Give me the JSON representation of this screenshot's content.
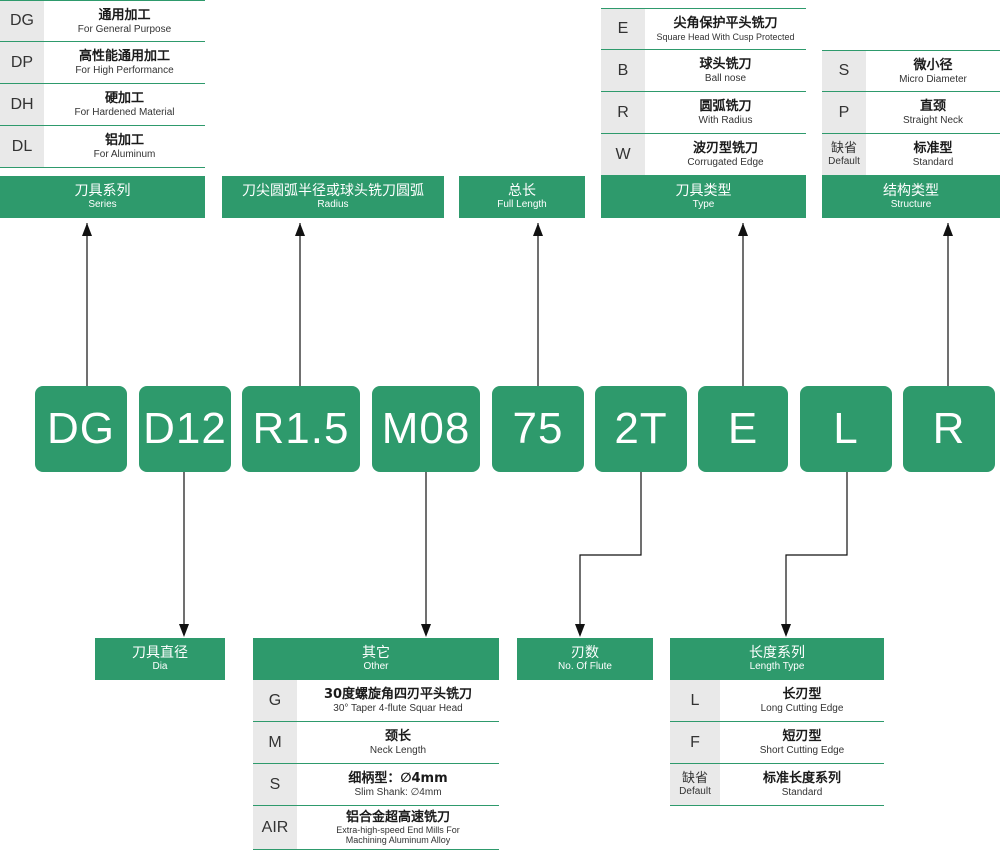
{
  "codes": [
    "DG",
    "D12",
    "R1.5",
    "M08",
    "75",
    "2T",
    "E",
    "L",
    "R"
  ],
  "top": {
    "series": {
      "header_cn": "刀具系列",
      "header_en": "Series",
      "options": [
        {
          "key": "DG",
          "cn": "通用加工",
          "en": "For General Purpose"
        },
        {
          "key": "DP",
          "cn": "高性能通用加工",
          "en": "For High Performance"
        },
        {
          "key": "DH",
          "cn": "硬加工",
          "en": "For Hardened Material"
        },
        {
          "key": "DL",
          "cn": "铝加工",
          "en": "For Aluminum"
        }
      ]
    },
    "radius": {
      "header_cn": "刀尖圆弧半径或球头铣刀圆弧",
      "header_en": "Radius"
    },
    "length": {
      "header_cn": "总长",
      "header_en": "Full Length"
    },
    "type": {
      "header_cn": "刀具类型",
      "header_en": "Type",
      "options": [
        {
          "key": "E",
          "cn": "尖角保护平头铣刀",
          "en": "Square Head With Cusp Protected"
        },
        {
          "key": "B",
          "cn": "球头铣刀",
          "en": "Ball nose"
        },
        {
          "key": "R",
          "cn": "圆弧铣刀",
          "en": "With Radius"
        },
        {
          "key": "W",
          "cn": "波刃型铣刀",
          "en": "Corrugated Edge"
        }
      ]
    },
    "structure": {
      "header_cn": "结构类型",
      "header_en": "Structure",
      "options": [
        {
          "key": "S",
          "cn": "微小径",
          "en": "Micro Diameter"
        },
        {
          "key": "P",
          "cn": "直颈",
          "en": "Straight Neck"
        },
        {
          "key_cn": "缺省",
          "key_en": "Default",
          "cn": "标准型",
          "en": "Standard"
        }
      ]
    }
  },
  "bottom": {
    "dia": {
      "header_cn": "刀具直径",
      "header_en": "Dia"
    },
    "other": {
      "header_cn": "其它",
      "header_en": "Other",
      "options": [
        {
          "key": "G",
          "cn": "30度螺旋角四刃平头铣刀",
          "en": "30° Taper 4-flute Squar Head"
        },
        {
          "key": "M",
          "cn": "颈长",
          "en": "Neck Length"
        },
        {
          "key": "S",
          "cn": "细柄型：∅4mm",
          "en": "Slim Shank: ∅4mm"
        },
        {
          "key": "AIR",
          "cn": "铝合金超高速铣刀",
          "en": "Extra-high-speed End Mills For Machining Aluminum Alloy"
        }
      ]
    },
    "flute": {
      "header_cn": "刃数",
      "header_en": "No. Of Flute"
    },
    "length_type": {
      "header_cn": "长度系列",
      "header_en": "Length Type",
      "options": [
        {
          "key": "L",
          "cn": "长刃型",
          "en": "Long Cutting Edge"
        },
        {
          "key": "F",
          "cn": "短刃型",
          "en": "Short Cutting Edge"
        },
        {
          "key_cn": "缺省",
          "key_en": "Default",
          "cn": "标准长度系列",
          "en": "Standard"
        }
      ]
    }
  },
  "colors": {
    "accent": "#2e9a6c",
    "key_bg": "#e9e9e9"
  }
}
